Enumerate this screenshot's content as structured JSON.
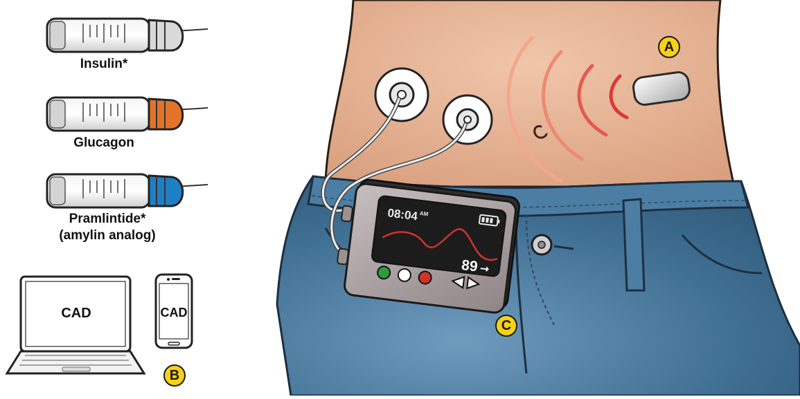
{
  "medications": {
    "insulin": "Insulin*",
    "glucagon": "Glucagon",
    "pramlintide": "Pramlintide*",
    "pramlintide_sub": "(amylin analog)"
  },
  "cad": {
    "laptop_label": "CAD",
    "phone_label": "CAD"
  },
  "pump_display": {
    "time": "08:04",
    "ampm": "AM",
    "glucose": "89",
    "trend_arrow": "→"
  },
  "badges": {
    "a": "A",
    "b": "B",
    "c": "C"
  },
  "colors": {
    "insulin_cap": "#d9d9d9",
    "glucagon_cap": "#e2742a",
    "pramlintide_cap": "#1f7fc4",
    "badge": "#f7d117",
    "skin": "#e9b495",
    "jeans": "#3f6f92",
    "signal": "#d93a36"
  }
}
